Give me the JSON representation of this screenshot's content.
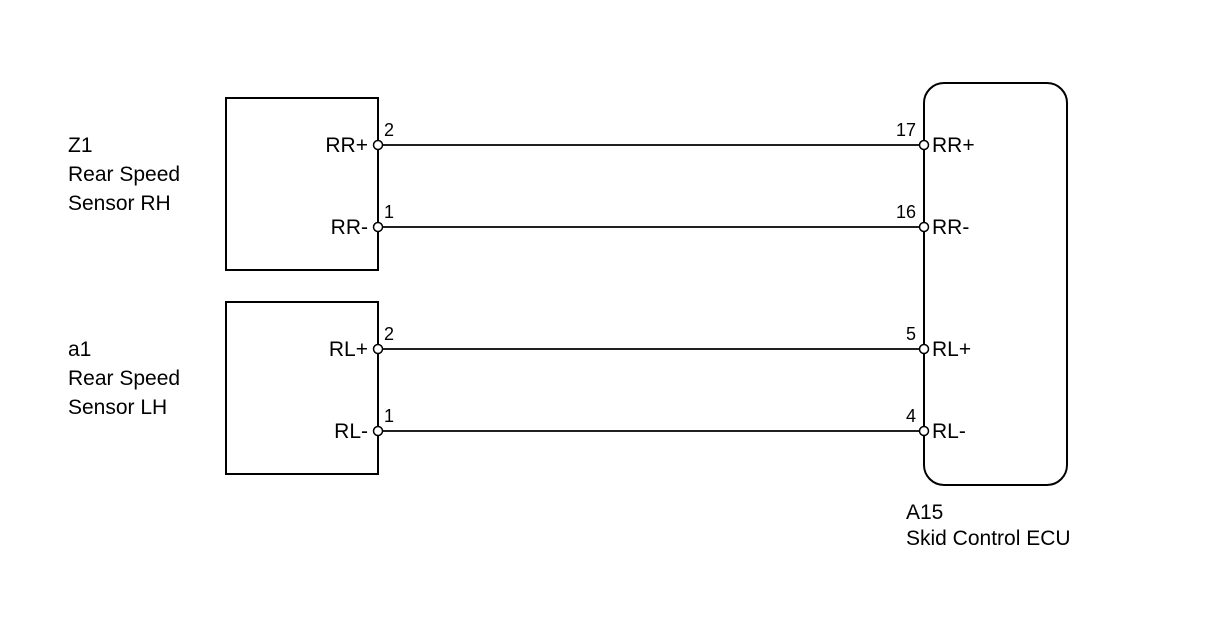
{
  "components": {
    "z1": {
      "code": "Z1",
      "name_line1": "Rear Speed",
      "name_line2": "Sensor RH",
      "pins": [
        {
          "num": "2",
          "label": "RR+"
        },
        {
          "num": "1",
          "label": "RR-"
        }
      ]
    },
    "a1": {
      "code": "a1",
      "name_line1": "Rear Speed",
      "name_line2": "Sensor LH",
      "pins": [
        {
          "num": "2",
          "label": "RL+"
        },
        {
          "num": "1",
          "label": "RL-"
        }
      ]
    },
    "a15": {
      "code": "A15",
      "name": "Skid Control ECU",
      "pins": [
        {
          "num": "17",
          "label": "RR+"
        },
        {
          "num": "16",
          "label": "RR-"
        },
        {
          "num": "5",
          "label": "RL+"
        },
        {
          "num": "4",
          "label": "RL-"
        }
      ]
    }
  }
}
